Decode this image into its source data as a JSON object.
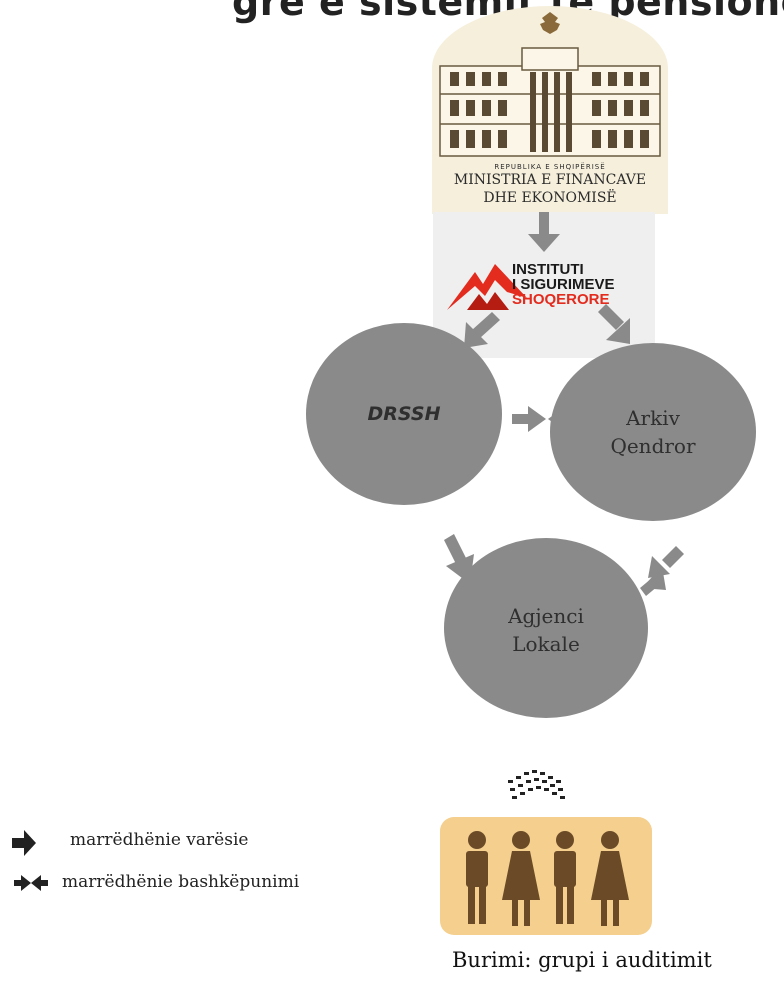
{
  "header": {
    "cut_title": "gre e sistemit të pensioneve në Shqipëri"
  },
  "ministry": {
    "logo_icon": "ministry-building-icon",
    "republic_small": "REPUBLIKA E SHQIPËRISË",
    "line1": "MINISTRIA E FINANCAVE",
    "line2": "DHE EKONOMISË"
  },
  "iss": {
    "logo_icon": "iss-mountain-logo-icon",
    "line1": "INSTITUTI",
    "line2": "I SIGURIMEVE",
    "line3": "SHOQERORE",
    "accent_color": "#e32b1e"
  },
  "nodes": {
    "drssh": "DRSSH",
    "arkiv": {
      "line1": "Arkiv",
      "line2": "Qendror"
    },
    "agjenci": {
      "line1": "Agjenci",
      "line2": "Lokale"
    }
  },
  "people": {
    "icon": "people-group-icon",
    "box_color": "#f4cf8e",
    "figure_color": "#6b4b27"
  },
  "legend": {
    "dependency": "marrëdhënie varësie",
    "cooperation": "marrëdhënie bashkëpunimi"
  },
  "source": "Burimi: grupi i auditimit",
  "colors": {
    "node_fill": "#8a8a8a",
    "arrow": "#8a8a8a",
    "legend_arrow": "#222222"
  }
}
